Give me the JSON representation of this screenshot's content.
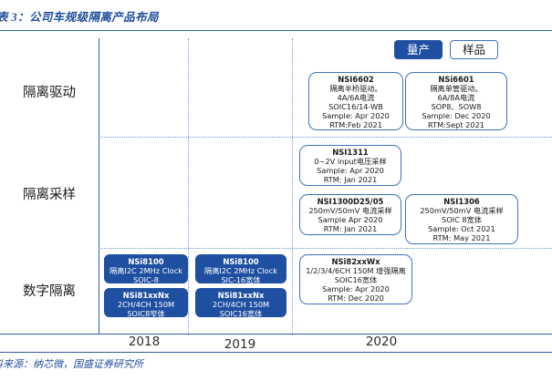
{
  "figure": {
    "title": "表 3：公司车规级隔离产品布局",
    "source_note": "料来源：纳芯微，国盛证券研究所"
  },
  "legend": {
    "mass_production": "量产",
    "sample": "样品"
  },
  "chart_data": {
    "type": "table",
    "title": "表 3：公司车规级隔离产品布局",
    "xlabel": "",
    "ylabel": "",
    "categories": [
      "2018",
      "2019",
      "2020"
    ],
    "rows": [
      "隔离驱动",
      "隔离采样",
      "数字隔离"
    ],
    "legend_entries": [
      "量产",
      "样品"
    ],
    "items": [
      {
        "row": "隔离驱动",
        "column": "2020",
        "status": "样品",
        "name": "NSI6602",
        "lines": [
          "隔离半桥驱动。",
          "4A/6A电流",
          "SOIC16/14-WB",
          "Sample: Apr 2020",
          "RTM:Feb 2021"
        ]
      },
      {
        "row": "隔离驱动",
        "column": "2020",
        "status": "样品",
        "name": "NSi6601",
        "lines": [
          "隔离单管驱动。",
          "6A/8A电流",
          "SOP8、SOW8",
          "Sample: Dec 2020",
          "RTM:Sept 2021"
        ]
      },
      {
        "row": "隔离采样",
        "column": "2020",
        "status": "样品",
        "name": "NSI1311",
        "lines": [
          "0~2V input电压采样",
          "Sample: Apr 2020",
          "RTM: Jan 2021"
        ]
      },
      {
        "row": "隔离采样",
        "column": "2020",
        "status": "样品",
        "name": "NSI1300D25/05",
        "lines": [
          "250mV/50mV 电流采样",
          "Sample Apr 2020",
          "RTM: Jan 2021"
        ]
      },
      {
        "row": "隔离采样",
        "column": "2020",
        "status": "样品",
        "name": "NSI1306",
        "lines": [
          "250mV/50mV 电流采样",
          "SOIC 8宽体",
          "Sample: Oct 2021",
          "RTM: May 2021"
        ]
      },
      {
        "row": "数字隔离",
        "column": "2020",
        "status": "样品",
        "name": "NSi82xxWx",
        "lines": [
          "1/2/3/4/6CH 150M 增强隔离",
          "SOIC16宽体",
          "Sample: Apr 2020",
          "RTM: Dec 2020"
        ]
      },
      {
        "row": "数字隔离",
        "column": "2018",
        "status": "量产",
        "name": "NSi8100",
        "lines": [
          "隔离I2C 2MHz Clock",
          "SOIC-8"
        ]
      },
      {
        "row": "数字隔离",
        "column": "2018",
        "status": "量产",
        "name": "NSi81xxNx",
        "lines": [
          "2CH/4CH 150M",
          "SOIC8窄体"
        ]
      },
      {
        "row": "数字隔离",
        "column": "2019",
        "status": "量产",
        "name": "NSi8100",
        "lines": [
          "隔离I2C 2MHz Clock",
          "SIC-16宽体"
        ]
      },
      {
        "row": "数字隔离",
        "column": "2019",
        "status": "量产",
        "name": "NSi81xxNx",
        "lines": [
          "2CH/4CH 150M",
          "SOIC16宽体"
        ]
      }
    ]
  }
}
